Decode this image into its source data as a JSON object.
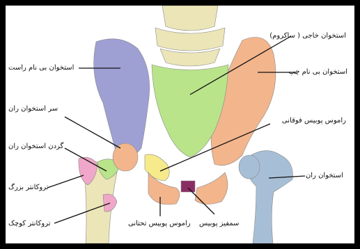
{
  "colors": {
    "sacrum": "#b9e48a",
    "left_hip": "#f2b58c",
    "right_hip": "#9ea0d3",
    "femur_left": "#a7bfd6",
    "femur_right": "#ece5b8",
    "greater_trochanter": "#f0a7c9",
    "head": "#f2b58c",
    "neck": "#b9e48a",
    "superior_ramus": "#f6ea8a",
    "symphysis": "#8a2d63",
    "spine": "#ece5b8"
  },
  "labels": {
    "sacrum": "استخوان خاجی ( ساکروم)",
    "left_hip": "استخوان بی نام چپ",
    "right_hip": "استخوان بی نام راست",
    "femur_head": "سر استخوان ران",
    "femur_neck": "گردن استخوان ران",
    "greater_trochanter": "تروکانتر بزرگ",
    "lesser_trochanter": "تروکانتر کوچک",
    "superior_ramus": "راموس پوبیس فوقانی",
    "femur": "استخوان ران",
    "symphysis": "سمفیز پوبیس",
    "inferior_ramus": "راموس پوبیس تحتانی"
  }
}
